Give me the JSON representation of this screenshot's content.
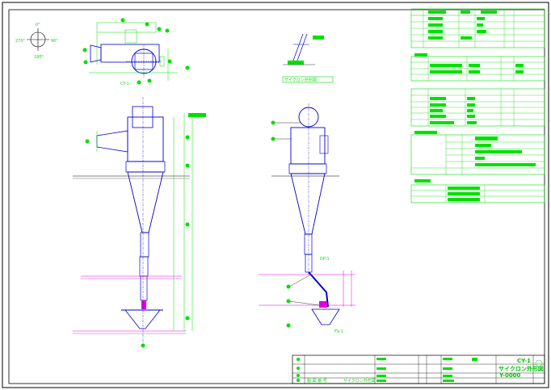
{
  "compass": {
    "n": "0°",
    "e": "90°",
    "s": "180°",
    "w": "270°"
  },
  "views": {
    "top_label": "CY-1",
    "cyclone_name_label": "サイクロン外形図",
    "dp_label": "DP-1",
    "fv_label": "FV-1"
  },
  "title_block": {
    "drawing_no": "CY-1",
    "title": "サイクロン外形図",
    "code": "Y-0000",
    "footer_left": "製 図 番 号",
    "footer_mid": "サイクロン外形図"
  },
  "colors": {
    "green": "#00e000",
    "blue": "#0000cc",
    "magenta": "#e000e0",
    "black": "#000000"
  }
}
